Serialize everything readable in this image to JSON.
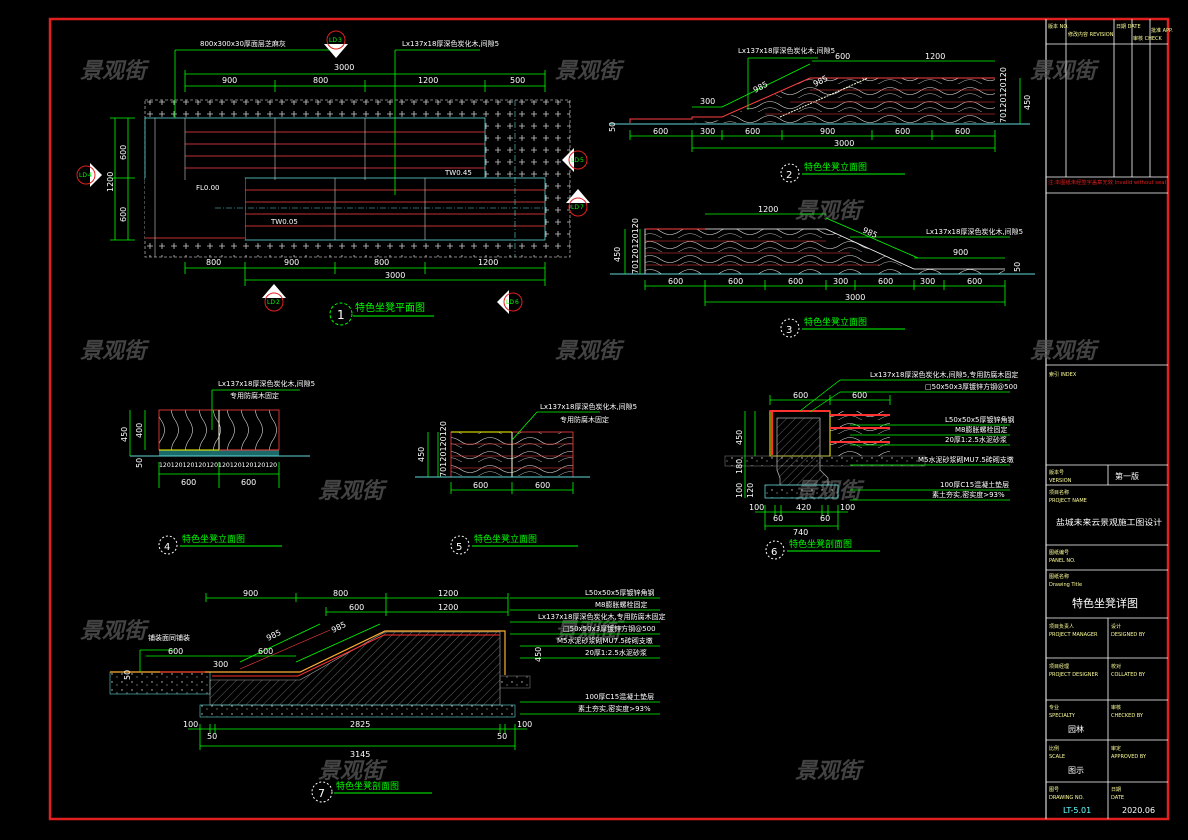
{
  "watermark": "景观街",
  "colors": {
    "border": "#e0201e",
    "dimension": "#00ff00",
    "outline": "#5fd8d8",
    "slab": "#ff4040",
    "text": "#ffffff",
    "titleblock_label": "#ffff99",
    "drawing_number": "#66ffff"
  },
  "plan": {
    "number": "1",
    "title": "特色坐凳平面图",
    "top_note": "800x300x30厚面层芝麻灰",
    "board_note": "Lx137x18厚深色炭化木,间隙5",
    "top_dims": [
      "900",
      "800",
      "1200",
      "500"
    ],
    "top_total": "3000",
    "bottom_dims": [
      "800",
      "900",
      "800",
      "1200"
    ],
    "bottom_total": "3000",
    "left_dims": [
      "600",
      "600"
    ],
    "left_total": "1200",
    "elevations": [
      "FL0.00",
      "TW0.45",
      "TW0.05"
    ],
    "section_marks": [
      {
        "sheet": "LD",
        "no": "3"
      },
      {
        "sheet": "LD",
        "no": "4"
      },
      {
        "sheet": "LD",
        "no": "5"
      },
      {
        "sheet": "LD",
        "no": "7"
      },
      {
        "sheet": "LD",
        "no": "2"
      },
      {
        "sheet": "LD",
        "no": "6"
      }
    ]
  },
  "elev2": {
    "number": "2",
    "title": "特色坐凳立面图",
    "note": "Lx137x18厚深色炭化木,间隙5",
    "slope_dims": [
      "985",
      "985"
    ],
    "top_dims": [
      "300",
      "600",
      "1200"
    ],
    "bottom_dims": [
      "600",
      "300",
      "600",
      "900",
      "600",
      "600"
    ],
    "total": "3000",
    "height": "450",
    "base": "50",
    "layers": "70120120120"
  },
  "elev3": {
    "number": "3",
    "title": "特色坐凳立面图",
    "note": "Lx137x18厚深色炭化木,间隙5",
    "slope_dim": "985",
    "top_dims": [
      "1200",
      "900"
    ],
    "bottom_dims": [
      "600",
      "600",
      "600",
      "300",
      "600",
      "300",
      "600"
    ],
    "total": "3000",
    "height": "450",
    "base": "50",
    "layers": "70120120120"
  },
  "elev4": {
    "number": "4",
    "title": "特色坐凳立面图",
    "note1": "Lx137x18厚深色炭化木,间隙5",
    "note2": "专用防腐木固定",
    "layers": "120120120120120120120120120120",
    "bottom_dims": [
      "600",
      "600"
    ],
    "height": "450",
    "inner": "400",
    "base": "50"
  },
  "elev5": {
    "number": "5",
    "title": "特色坐凳立面图",
    "note1": "Lx137x18厚深色炭化木,间隙5",
    "note2": "专用防腐木固定",
    "bottom_dims": [
      "600",
      "600"
    ],
    "height": "450",
    "layers": "70120120120"
  },
  "sect6": {
    "number": "6",
    "title": "特色坐凳剖面图",
    "top_dims": [
      "600",
      "600"
    ],
    "bottom_dims": [
      "100",
      "60",
      "420",
      "60",
      "100"
    ],
    "total": "740",
    "left_dims": [
      "450",
      "180",
      "100",
      "120"
    ],
    "notes": [
      "Lx137x18厚深色炭化木,间隙5,专用防腐木固定",
      "□50x50x3厚镀锌方钢@500",
      "L50x50x5厚镀锌角钢",
      "M8膨胀螺栓固定",
      "20厚1:2.5水泥砂浆",
      "M5水泥砂浆砌MU7.5砖砌支墩",
      "100厚C15混凝土垫层",
      "素土夯实,密实度>93%"
    ]
  },
  "sect7": {
    "number": "7",
    "title": "特色坐凳剖面图",
    "paving_note": "铺装面同铺装",
    "top_dims": [
      "900",
      "800",
      "1200"
    ],
    "second_dims": [
      "600",
      "1200"
    ],
    "slope_dims": [
      "985",
      "985"
    ],
    "step_dims": [
      "600",
      "300",
      "600"
    ],
    "bottom_dims": [
      "100",
      "50",
      "2825",
      "50",
      "100"
    ],
    "total": "3145",
    "base": "50",
    "height": "450",
    "notes": [
      "L50x50x5厚镀锌角钢",
      "M8膨胀螺栓固定",
      "Lx137x18厚深色炭化木,专用防腐木固定",
      "□50x50x3厚镀锌方钢@500",
      "M5水泥砂浆砌MU7.5砖砌支墩",
      "20厚1:2.5水泥砂浆",
      "100厚C15混凝土垫层",
      "素土夯实,密实度>93%"
    ]
  },
  "title_block": {
    "revision_headers": [
      "版本 NO.",
      "修改内容 REVISION",
      "日期 DATE",
      "审核 CHECK",
      "批准 APP."
    ],
    "stamp_note": "注:本图纸未经签字盖章无效 Invalid without seal",
    "index_label": "索引 INDEX",
    "version_label": "版本号",
    "version_label_en": "VERSION",
    "version_value": "第一版",
    "project_name_label": "项目名称",
    "project_name_label_en": "PROJECT NAME",
    "project_name": "盐城未来云景观施工图设计",
    "drawing_id_label": "图纸编号",
    "drawing_id_label_en": "PANEL NO.",
    "drawing_name_label": "图纸名称",
    "drawing_name_label_en": "Drawing Title",
    "drawing_name": "特色坐凳详图",
    "cells": [
      {
        "label": "项目负责人",
        "label_en": "PROJECT MANAGER",
        "value": ""
      },
      {
        "label": "设计",
        "label_en": "DESIGNED BY",
        "value": ""
      },
      {
        "label": "项目经理",
        "label_en": "PROJECT DESIGNER",
        "value": ""
      },
      {
        "label": "校对",
        "label_en": "COLLATED BY",
        "value": ""
      },
      {
        "label": "专业",
        "label_en": "SPECIALTY",
        "value": "园林"
      },
      {
        "label": "审核",
        "label_en": "CHECKED BY",
        "value": ""
      },
      {
        "label": "比例",
        "label_en": "SCALE",
        "value": "图示"
      },
      {
        "label": "审定",
        "label_en": "APPROVED BY",
        "value": ""
      },
      {
        "label": "图号",
        "label_en": "DRAWING NO.",
        "value": "LT-5.01"
      },
      {
        "label": "日期",
        "label_en": "DATE",
        "value": "2020.06"
      }
    ]
  }
}
